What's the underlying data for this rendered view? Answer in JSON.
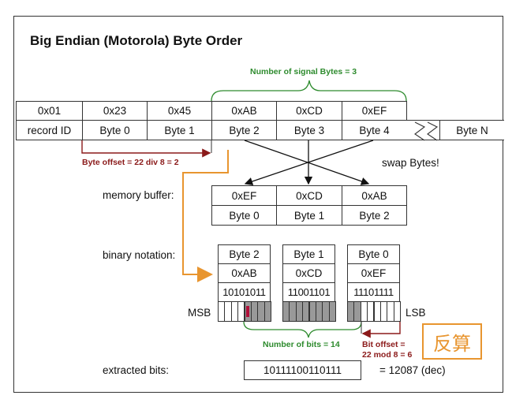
{
  "title": "Big Endian (Motorola) Byte Order",
  "signal_bytes_label": "Number of signal Bytes = 3",
  "record_row": {
    "values": [
      "0x01",
      "0x23",
      "0x45",
      "0xAB",
      "0xCD",
      "0xEF"
    ],
    "names": [
      "record ID",
      "Byte 0",
      "Byte 1",
      "Byte 2",
      "Byte 3",
      "Byte 4"
    ],
    "last_name": "Byte N"
  },
  "byte_offset_label": "Byte offset = 22 div 8 = 2",
  "swap_label": "swap Bytes!",
  "memory_buffer": {
    "label": "memory buffer:",
    "values": [
      "0xEF",
      "0xCD",
      "0xAB"
    ],
    "names": [
      "Byte 0",
      "Byte 1",
      "Byte 2"
    ]
  },
  "binary_notation": {
    "label": "binary notation:",
    "bytes": [
      {
        "name": "Byte 2",
        "hex": "0xAB",
        "bin": "10101011",
        "selected_bits": [
          0,
          0,
          0,
          0,
          1,
          1,
          1,
          1
        ]
      },
      {
        "name": "Byte 1",
        "hex": "0xCD",
        "bin": "11001101",
        "selected_bits": [
          1,
          1,
          1,
          1,
          1,
          1,
          1,
          1
        ]
      },
      {
        "name": "Byte 0",
        "hex": "0xEF",
        "bin": "11101111",
        "selected_bits": [
          1,
          1,
          0,
          0,
          0,
          0,
          0,
          0
        ]
      }
    ],
    "msb_label": "MSB",
    "lsb_label": "LSB"
  },
  "number_of_bits_label": "Number of bits = 14",
  "bit_offset_label_1": "Bit offset =",
  "bit_offset_label_2": "22 mod 8 = 6",
  "reverse_label": "反算",
  "extracted": {
    "label": "extracted bits:",
    "value": "10111100110111",
    "decimal": "= 12087 (dec)"
  },
  "colors": {
    "green": "#2e8b2e",
    "dark_red": "#8b1a1a",
    "orange": "#e8952f",
    "selected_bit": "#999999",
    "marker": "#b0103a"
  }
}
